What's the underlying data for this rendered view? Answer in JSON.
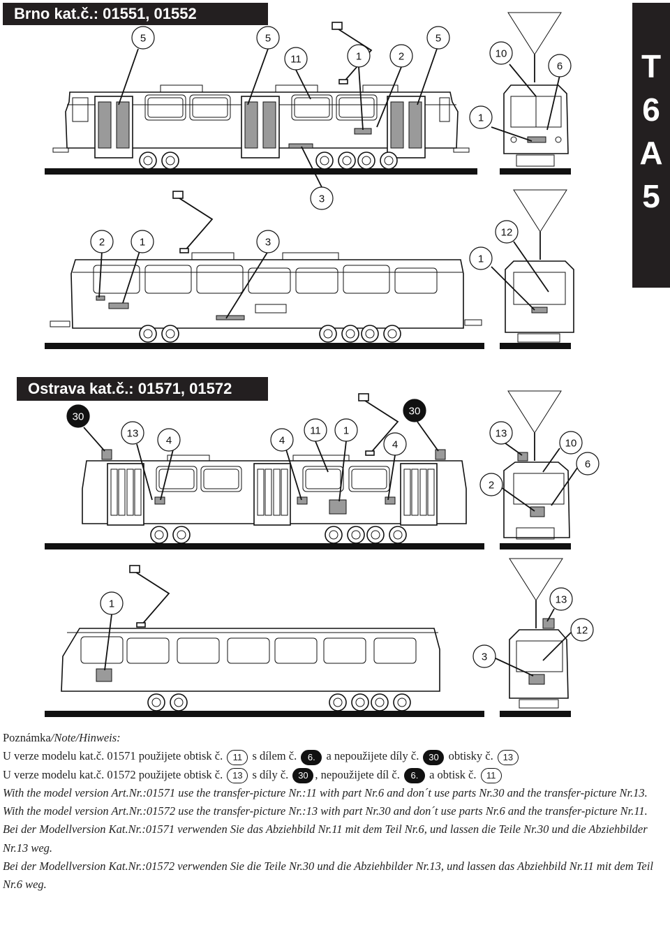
{
  "header_top": {
    "title": "Brno kat.č.: 01551, 01552"
  },
  "header_mid": {
    "title": "Ostrava kat.č.: 01571, 01572"
  },
  "side_tab": {
    "letters": [
      "T",
      "6",
      "A",
      "5"
    ]
  },
  "callouts": {
    "brno_side_top": [
      "5",
      "5",
      "5",
      "11",
      "1",
      "2",
      "3"
    ],
    "brno_front_top": [
      "10",
      "6",
      "1"
    ],
    "brno_side_bottom": [
      "2",
      "1",
      "3"
    ],
    "brno_front_bottom": [
      "12",
      "1"
    ],
    "ostrava_side_top": [
      "30",
      "13",
      "4",
      "4",
      "11",
      "1",
      "4",
      "30"
    ],
    "ostrava_front_top": [
      "13",
      "10",
      "6",
      "2"
    ],
    "ostrava_side_bottom": [
      "1"
    ],
    "ostrava_front_bottom": [
      "13",
      "12",
      "3"
    ]
  },
  "notes": {
    "label": "Poznámka",
    "label_en": "/Note/",
    "label_de": "Hinweis:",
    "cz1": {
      "a": "U verze modelu kat.č. 01571 použijete obtisk č.",
      "b1": "11",
      "c": "s dílem č.",
      "b2": "6.",
      "d": "a nepoužijete díly č.",
      "b3": "30",
      "e": "obtisky č.",
      "b4": "13"
    },
    "cz2": {
      "a": "U verze modelu kat.č. 01572 použijete obtisk č.",
      "b1": "13",
      "c": "s díly č.",
      "b2": "30",
      "d": ", nepoužijete díl č.",
      "b3": "6.",
      "e": "a obtisk č.",
      "b4": "11"
    },
    "en1": "With the model version Art.Nr.:01571 use the transfer-picture Nr.:11 with part Nr.6 and don´t use parts Nr.30 and the transfer-picture Nr.13.",
    "en2": "With the model version Art.Nr.:01572 use the transfer-picture Nr.:13 with part Nr.30 and don´t use parts Nr.6 and the transfer-picture Nr.11.",
    "de1": "Bei der Modellversion Kat.Nr.:01571 verwenden Sie das Abziehbild Nr.11 mit dem Teil Nr.6, und lassen die Teile Nr.30 und die Abziehbilder Nr.13 weg.",
    "de2": "Bei der Modellversion Kat.Nr.:01572 verwenden Sie die Teile Nr.30 und die Abziehbilder Nr.13, und lassen das Abziehbild Nr.11 mit dem Teil Nr.6 weg."
  }
}
